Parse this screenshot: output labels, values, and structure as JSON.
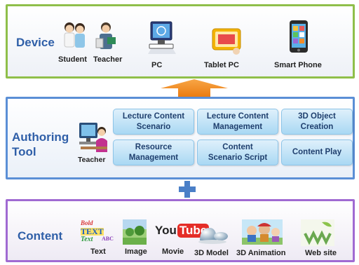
{
  "device": {
    "title": "Device",
    "items": [
      "Student",
      "Teacher",
      "PC",
      "Tablet PC",
      "Smart Phone"
    ]
  },
  "authoring": {
    "title_line1": "Authoring",
    "title_line2": "Tool",
    "teacher_label": "Teacher",
    "buttons": [
      {
        "line1": "Lecture Content",
        "line2": "Scenario"
      },
      {
        "line1": "Lecture Content",
        "line2": "Management"
      },
      {
        "line1": "3D Object",
        "line2": "Creation"
      },
      {
        "line1": "Resource",
        "line2": "Management"
      },
      {
        "line1": "Content",
        "line2": "Scenario Script"
      },
      {
        "line1": "Content Play",
        "line2": ""
      }
    ]
  },
  "content": {
    "title": "Content",
    "items": [
      "Text",
      "Image",
      "Movie",
      "3D Model",
      "3D Animation",
      "Web site"
    ],
    "youtube_logo": {
      "you": "You",
      "tube": "Tube"
    },
    "text_art": [
      "Bold",
      "TEXT",
      "Text",
      "ABC"
    ]
  },
  "colors": {
    "device_border": "#8fbf4a",
    "authoring_border": "#5b8fd6",
    "content_border": "#a06ad2",
    "title_blue": "#2f5fa8",
    "arrow_orange": "#f08a1c",
    "plus_blue": "#4a7fc7"
  }
}
